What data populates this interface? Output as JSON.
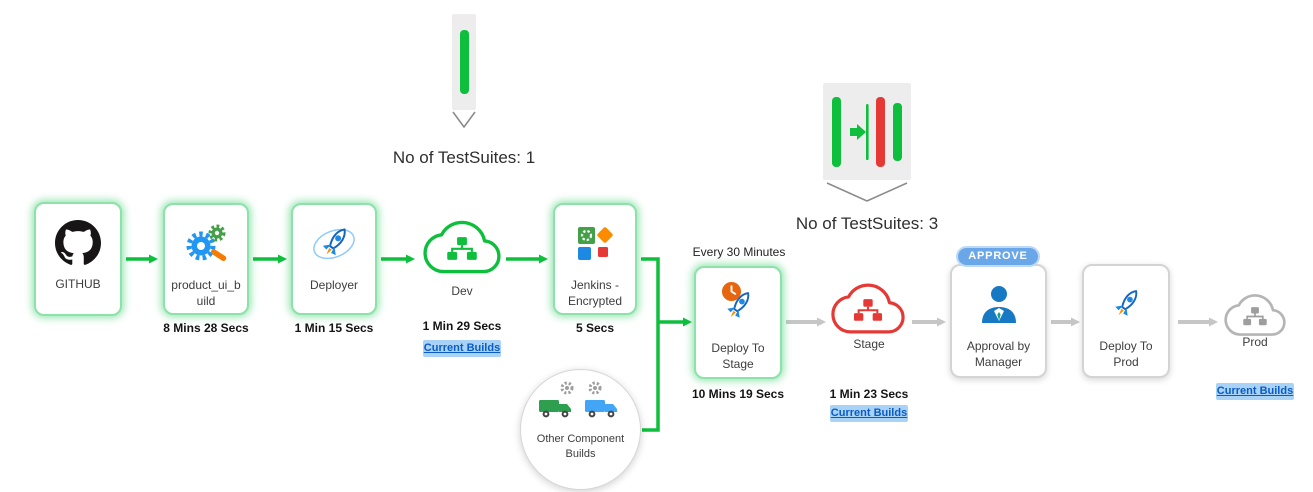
{
  "colors": {
    "success_green": "#0dbf3c",
    "fail_red": "#e53935",
    "pending_gray": "#c6c6c6",
    "node_glow_green": "#8ce2a8",
    "link_text_blue": "#0b5bc4",
    "link_bg_blue": "#a8d3f6",
    "approve_badge_blue": "#6aa7e8"
  },
  "testsuites": [
    {
      "label": "No of TestSuites: 1",
      "bars": [
        "green"
      ]
    },
    {
      "label": "No of TestSuites: 3",
      "bars": [
        "green",
        "red",
        "green"
      ]
    }
  ],
  "nodes": {
    "github": {
      "label": "GITHUB"
    },
    "product_build": {
      "label": "product_ui_build",
      "duration": "8 Mins 28 Secs"
    },
    "deployer": {
      "label": "Deployer",
      "duration": "1 Min 15 Secs"
    },
    "dev": {
      "label": "Dev",
      "duration": "1 Min 29 Secs",
      "link": "Current Builds"
    },
    "jenkins": {
      "label": "Jenkins - Encrypted",
      "duration": "5 Secs"
    },
    "deploy_stage": {
      "label": "Deploy To Stage",
      "duration": "10 Mins 19 Secs",
      "schedule": "Every 30 Minutes"
    },
    "stage": {
      "label": "Stage",
      "duration": "1 Min 23 Secs",
      "link": "Current Builds"
    },
    "approval": {
      "label": "Approval by Manager",
      "badge": "APPROVE"
    },
    "deploy_prod": {
      "label": "Deploy To Prod"
    },
    "prod": {
      "label": "Prod",
      "link": "Current Builds"
    },
    "other_builds": {
      "label": "Other Component Builds"
    }
  }
}
